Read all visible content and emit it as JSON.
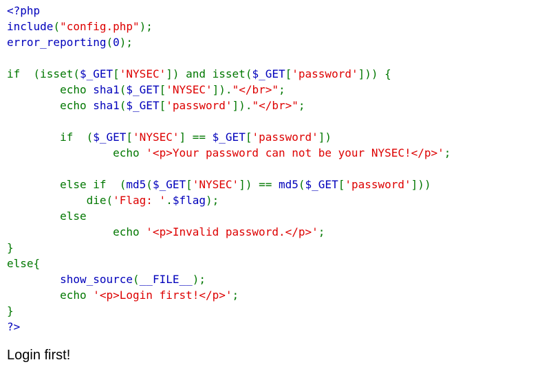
{
  "colors": {
    "default": "#0000BB",
    "keyword": "#007700",
    "string": "#DD0000",
    "html": "#000000"
  },
  "source": {
    "lines": [
      [
        {
          "t": "default",
          "v": "<?php"
        }
      ],
      [
        {
          "t": "default",
          "v": "include"
        },
        {
          "t": "keyword",
          "v": "("
        },
        {
          "t": "string",
          "v": "\"config.php\""
        },
        {
          "t": "keyword",
          "v": ");"
        }
      ],
      [
        {
          "t": "default",
          "v": "error_reporting"
        },
        {
          "t": "keyword",
          "v": "("
        },
        {
          "t": "default",
          "v": "0"
        },
        {
          "t": "keyword",
          "v": ");"
        }
      ],
      [],
      [
        {
          "t": "keyword",
          "v": "if  (isset("
        },
        {
          "t": "default",
          "v": "$_GET"
        },
        {
          "t": "keyword",
          "v": "["
        },
        {
          "t": "string",
          "v": "'NYSEC'"
        },
        {
          "t": "keyword",
          "v": "]) and isset("
        },
        {
          "t": "default",
          "v": "$_GET"
        },
        {
          "t": "keyword",
          "v": "["
        },
        {
          "t": "string",
          "v": "'password'"
        },
        {
          "t": "keyword",
          "v": "])) {"
        }
      ],
      [
        {
          "t": "keyword",
          "v": "        echo "
        },
        {
          "t": "default",
          "v": "sha1"
        },
        {
          "t": "keyword",
          "v": "("
        },
        {
          "t": "default",
          "v": "$_GET"
        },
        {
          "t": "keyword",
          "v": "["
        },
        {
          "t": "string",
          "v": "'NYSEC'"
        },
        {
          "t": "keyword",
          "v": "])."
        },
        {
          "t": "string",
          "v": "\"</br>\""
        },
        {
          "t": "keyword",
          "v": ";"
        }
      ],
      [
        {
          "t": "keyword",
          "v": "        echo "
        },
        {
          "t": "default",
          "v": "sha1"
        },
        {
          "t": "keyword",
          "v": "("
        },
        {
          "t": "default",
          "v": "$_GET"
        },
        {
          "t": "keyword",
          "v": "["
        },
        {
          "t": "string",
          "v": "'password'"
        },
        {
          "t": "keyword",
          "v": "])."
        },
        {
          "t": "string",
          "v": "\"</br>\""
        },
        {
          "t": "keyword",
          "v": ";"
        }
      ],
      [],
      [
        {
          "t": "keyword",
          "v": "        if  ("
        },
        {
          "t": "default",
          "v": "$_GET"
        },
        {
          "t": "keyword",
          "v": "["
        },
        {
          "t": "string",
          "v": "'NYSEC'"
        },
        {
          "t": "keyword",
          "v": "] == "
        },
        {
          "t": "default",
          "v": "$_GET"
        },
        {
          "t": "keyword",
          "v": "["
        },
        {
          "t": "string",
          "v": "'password'"
        },
        {
          "t": "keyword",
          "v": "])"
        }
      ],
      [
        {
          "t": "keyword",
          "v": "                echo "
        },
        {
          "t": "string",
          "v": "'<p>Your password can not be your NYSEC!</p>'"
        },
        {
          "t": "keyword",
          "v": ";"
        }
      ],
      [],
      [
        {
          "t": "keyword",
          "v": "        else if  ("
        },
        {
          "t": "default",
          "v": "md5"
        },
        {
          "t": "keyword",
          "v": "("
        },
        {
          "t": "default",
          "v": "$_GET"
        },
        {
          "t": "keyword",
          "v": "["
        },
        {
          "t": "string",
          "v": "'NYSEC'"
        },
        {
          "t": "keyword",
          "v": "]) == "
        },
        {
          "t": "default",
          "v": "md5"
        },
        {
          "t": "keyword",
          "v": "("
        },
        {
          "t": "default",
          "v": "$_GET"
        },
        {
          "t": "keyword",
          "v": "["
        },
        {
          "t": "string",
          "v": "'password'"
        },
        {
          "t": "keyword",
          "v": "]))"
        }
      ],
      [
        {
          "t": "keyword",
          "v": "            die("
        },
        {
          "t": "string",
          "v": "'Flag: '"
        },
        {
          "t": "keyword",
          "v": "."
        },
        {
          "t": "default",
          "v": "$flag"
        },
        {
          "t": "keyword",
          "v": ");"
        }
      ],
      [
        {
          "t": "keyword",
          "v": "        else"
        }
      ],
      [
        {
          "t": "keyword",
          "v": "                echo "
        },
        {
          "t": "string",
          "v": "'<p>Invalid password.</p>'"
        },
        {
          "t": "keyword",
          "v": ";"
        }
      ],
      [
        {
          "t": "keyword",
          "v": "}"
        }
      ],
      [
        {
          "t": "keyword",
          "v": "else{"
        }
      ],
      [
        {
          "t": "keyword",
          "v": "        "
        },
        {
          "t": "default",
          "v": "show_source"
        },
        {
          "t": "keyword",
          "v": "("
        },
        {
          "t": "default",
          "v": "__FILE__"
        },
        {
          "t": "keyword",
          "v": ");"
        }
      ],
      [
        {
          "t": "keyword",
          "v": "        echo "
        },
        {
          "t": "string",
          "v": "'<p>Login first!</p>'"
        },
        {
          "t": "keyword",
          "v": ";"
        }
      ],
      [
        {
          "t": "keyword",
          "v": "}"
        }
      ],
      [
        {
          "t": "default",
          "v": "?>"
        }
      ]
    ]
  },
  "output": {
    "text": "Login first!"
  }
}
